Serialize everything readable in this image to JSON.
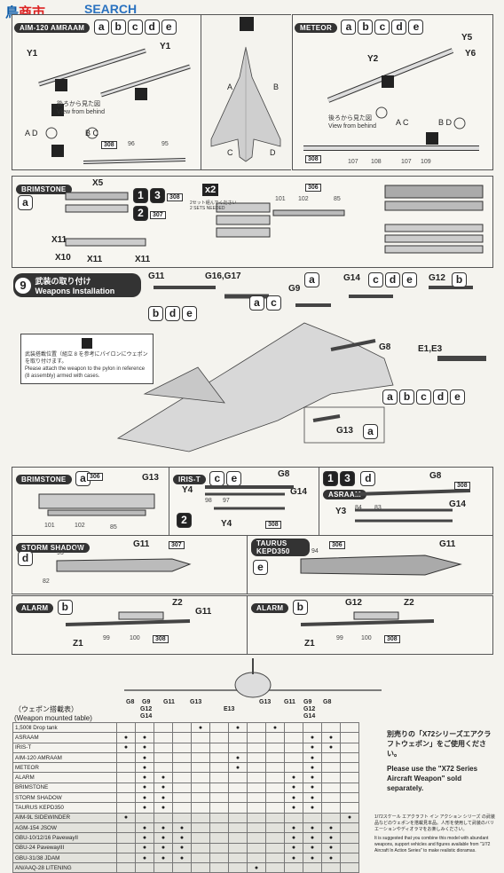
{
  "watermark": {
    "brand": "SEARCH",
    "cn": "鳥",
    "cn2": "商市"
  },
  "top_left": {
    "tag": "AIM-120 AMRAAM",
    "letters": [
      "a",
      "b",
      "c",
      "d",
      "e"
    ],
    "y1": "Y1",
    "y1b": "Y1",
    "view_jp": "後ろから見た図",
    "view_en": "View from behind",
    "ad": "A D",
    "bc": "B C",
    "box308": "308",
    "n96": "96",
    "n95": "95"
  },
  "top_mid": {
    "a": "A",
    "b": "B",
    "c": "C",
    "d": "D"
  },
  "top_right": {
    "tag": "METEOR",
    "letters": [
      "a",
      "b",
      "c",
      "d",
      "e"
    ],
    "y2": "Y2",
    "y5": "Y5",
    "y6": "Y6",
    "view_jp": "後ろから見た図",
    "view_en": "View from behind",
    "ac": "A C",
    "bd": "B D",
    "box308": "308",
    "n107": "107",
    "n108": "108",
    "n107b": "107",
    "n109": "109"
  },
  "brimstone_top": {
    "tag": "BRIMSTONE",
    "letter": "a",
    "x5": "X5",
    "x11a": "X11",
    "x10": "X10",
    "x11b": "X11",
    "x11c": "X11",
    "kit1": "1",
    "kit3": "3",
    "box308": "308",
    "kit2": "2",
    "box307": "307",
    "x2": "x2",
    "sets_jp": "2セット組んでください",
    "sets_en": "2 SETS NEEDED",
    "n101": "101",
    "n102": "102",
    "box306": "306",
    "n85": "85"
  },
  "install": {
    "step": "9",
    "title_jp": "武装の取り付け",
    "title_en": "Weapons Installation",
    "g11": "G11",
    "g1617": "G16,G17",
    "g9": "G9",
    "g14": "G14",
    "g12": "G12",
    "g8": "G8",
    "e1e3": "E1,E3",
    "g13": "G13",
    "g1617_letters": [
      "a",
      "c"
    ],
    "g9_letters": [
      "a"
    ],
    "g14_letters": [
      "c",
      "d",
      "e"
    ],
    "g12_letters": [
      "b"
    ],
    "g11_letters": [
      "b",
      "d",
      "e"
    ],
    "e_letters": [
      "a",
      "b",
      "c",
      "d",
      "e"
    ],
    "g13_letters": [
      "a"
    ],
    "note_jp": "武装搭載位置（組立 8 を参考にパイロンにウェポンを取り付けます。",
    "note_en": "Please attach the weapon to the pylon in reference (8 assembly) armed with cases."
  },
  "row1": {
    "brim": {
      "tag": "BRIMSTONE",
      "letter": "a",
      "box306": "306",
      "g13": "G13",
      "n101": "101",
      "n102": "102",
      "n85": "85"
    },
    "irist": {
      "tag": "IRIS-T",
      "letters": [
        "c",
        "e"
      ],
      "g8": "G8",
      "y4": "Y4",
      "g14": "G14",
      "n98": "98",
      "n97": "97",
      "y4b": "Y4",
      "box308": "308",
      "kit": "2"
    },
    "asraam": {
      "tag": "ASRAAM",
      "kits": [
        "1",
        "3"
      ],
      "letter": "d",
      "g8": "G8",
      "box308": "308",
      "y3": "Y3",
      "n84": "84",
      "n83": "83",
      "g14": "G14"
    }
  },
  "row2": {
    "storm": {
      "tag": "STORM SHADOW",
      "letter": "d",
      "g11": "G11",
      "box307": "307",
      "n93": "93",
      "n80": "80",
      "n82": "82"
    },
    "taurus": {
      "tag": "TAURUS KEPD350",
      "letter": "e",
      "box306": "306",
      "g11": "G11",
      "n94": "94"
    }
  },
  "row3": {
    "alarm1": {
      "tag": "ALARM",
      "letter": "b",
      "z2": "Z2",
      "g11": "G11",
      "z1": "Z1",
      "n99": "99",
      "n100": "100",
      "box308": "308"
    },
    "alarm2": {
      "tag": "ALARM",
      "letter": "b",
      "g12": "G12",
      "z2": "Z2",
      "z1": "Z1",
      "n99": "99",
      "n100": "100",
      "box308": "308"
    }
  },
  "table": {
    "title_jp": "（ウェポン搭載表）",
    "title_en": "(Weapon mounted table)",
    "stations_top": [
      "G8",
      "G9",
      "G12",
      "G14",
      "G11",
      "G13",
      "E13",
      "G13",
      "G11",
      "G9",
      "G12",
      "G14",
      "G8"
    ],
    "rows": [
      {
        "name": "1,500ll Drop tank",
        "dots": [
          0,
          0,
          0,
          0,
          1,
          0,
          1,
          0,
          1,
          0,
          0,
          0,
          0
        ]
      },
      {
        "name": "ASRAAM",
        "dots": [
          1,
          1,
          0,
          0,
          0,
          0,
          0,
          0,
          0,
          0,
          1,
          1,
          0
        ]
      },
      {
        "name": "IRIS-T",
        "dots": [
          1,
          1,
          0,
          0,
          0,
          0,
          0,
          0,
          0,
          0,
          1,
          1,
          0
        ]
      },
      {
        "name": "AIM-120 AMRAAM",
        "dots": [
          0,
          1,
          0,
          0,
          0,
          0,
          1,
          0,
          0,
          0,
          1,
          0,
          0
        ]
      },
      {
        "name": "METEOR",
        "dots": [
          0,
          1,
          0,
          0,
          0,
          0,
          1,
          0,
          0,
          0,
          1,
          0,
          0
        ]
      },
      {
        "name": "ALARM",
        "dots": [
          0,
          1,
          1,
          0,
          0,
          0,
          0,
          0,
          0,
          1,
          1,
          0,
          0
        ]
      },
      {
        "name": "BRIMSTONE",
        "dots": [
          0,
          1,
          1,
          0,
          0,
          0,
          0,
          0,
          0,
          1,
          1,
          0,
          0
        ]
      },
      {
        "name": "STORM SHADOW",
        "dots": [
          0,
          1,
          1,
          0,
          0,
          0,
          0,
          0,
          0,
          1,
          1,
          0,
          0
        ]
      },
      {
        "name": "TAURUS KEPD350",
        "dots": [
          0,
          1,
          1,
          0,
          0,
          0,
          0,
          0,
          0,
          1,
          1,
          0,
          0
        ]
      },
      {
        "name": "AIM-9L SIDEWINDER",
        "dots": [
          1,
          0,
          0,
          0,
          0,
          0,
          0,
          0,
          0,
          0,
          0,
          0,
          1
        ]
      },
      {
        "name": "AGM-154 JSOW",
        "dots": [
          0,
          1,
          1,
          1,
          0,
          0,
          0,
          0,
          0,
          1,
          1,
          1,
          0
        ]
      },
      {
        "name": "GBU-10/12/16 PavewayII",
        "dots": [
          0,
          1,
          1,
          1,
          0,
          0,
          0,
          0,
          0,
          1,
          1,
          1,
          0
        ]
      },
      {
        "name": "GBU-24 PavewayIII",
        "dots": [
          0,
          1,
          1,
          1,
          0,
          0,
          0,
          0,
          0,
          1,
          1,
          1,
          0
        ]
      },
      {
        "name": "GBU-31/38 JDAM",
        "dots": [
          0,
          1,
          1,
          1,
          0,
          0,
          0,
          0,
          0,
          1,
          1,
          1,
          0
        ]
      },
      {
        "name": "AN/AAQ-28 LITENING",
        "dots": [
          0,
          0,
          0,
          0,
          0,
          0,
          0,
          1,
          0,
          0,
          0,
          0,
          0
        ]
      }
    ]
  },
  "sold": {
    "jp": "別売りの「X72シリーズエアクラフトウェポン」をご使用ください。",
    "en": "Please use the \"X72 Series Aircraft Weapon\" sold separately.",
    "small_jp": "1/72スケール エアクラフト イン アクション シリーズ の武装品などのウェポンを搭載見本品。人形を使用して武装のバリエーションやディオラマをお楽しみください。",
    "small_en": "It is suggested that you combine this model with abundant weapons, support vehicles and figures available from \"1/72 Aircraft In Action Series\" to make realistic dioramas."
  }
}
